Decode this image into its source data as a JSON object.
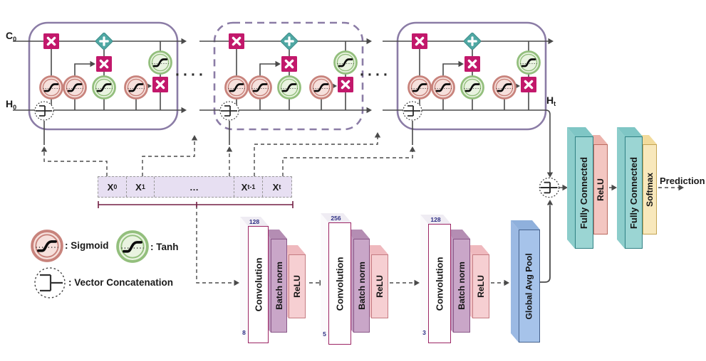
{
  "colors": {
    "multiply": "#C2186B",
    "add": "#4FA8A4",
    "add_edge": "#3D8D89",
    "cell_border": "#8B7CA6",
    "wire": "#4A4A4A",
    "sigmoid_ring": "#C8837C",
    "sigmoid_fill": "#F6E0DC",
    "tanh_ring": "#93BF7D",
    "tanh_fill": "#E9F3E0",
    "bracket": "#731F44",
    "seq_fill": "#E7DFF2"
  },
  "lstm": {
    "c0": {
      "base": "C",
      "sub": "0"
    },
    "h0": {
      "base": "H",
      "sub": "0"
    },
    "ht": {
      "base": "H",
      "sub": "t"
    },
    "ellipsis": "····"
  },
  "sequence": {
    "cells": [
      {
        "base": "X",
        "sub": "0"
      },
      {
        "base": "X",
        "sub": "1"
      },
      {
        "base": "…",
        "sub": ""
      },
      {
        "base": "X",
        "sub": "t-1"
      },
      {
        "base": "X",
        "sub": "t"
      }
    ]
  },
  "legend": {
    "sigmoid_label": ": Sigmoid",
    "tanh_label": ": Tanh",
    "concat_label": ": Vector Concatenation"
  },
  "cnn": {
    "blocks": [
      {
        "conv_label": "Convolution",
        "filters": "128",
        "kernel": "8",
        "bn_label": "Batch norm",
        "relu_label": "ReLU"
      },
      {
        "conv_label": "Convolution",
        "filters": "256",
        "kernel": "5",
        "bn_label": "Batch norm",
        "relu_label": "ReLU"
      },
      {
        "conv_label": "Convolution",
        "filters": "128",
        "kernel": "3",
        "bn_label": "Batch norm",
        "relu_label": "ReLU"
      }
    ],
    "gap_label": "Global Avg Pool"
  },
  "head": {
    "fc1_label": "Fully Connected",
    "relu_label": "ReLU",
    "fc2_label": "Fully Connected",
    "softmax_label": "Softmax",
    "prediction_label": "Prediction"
  }
}
